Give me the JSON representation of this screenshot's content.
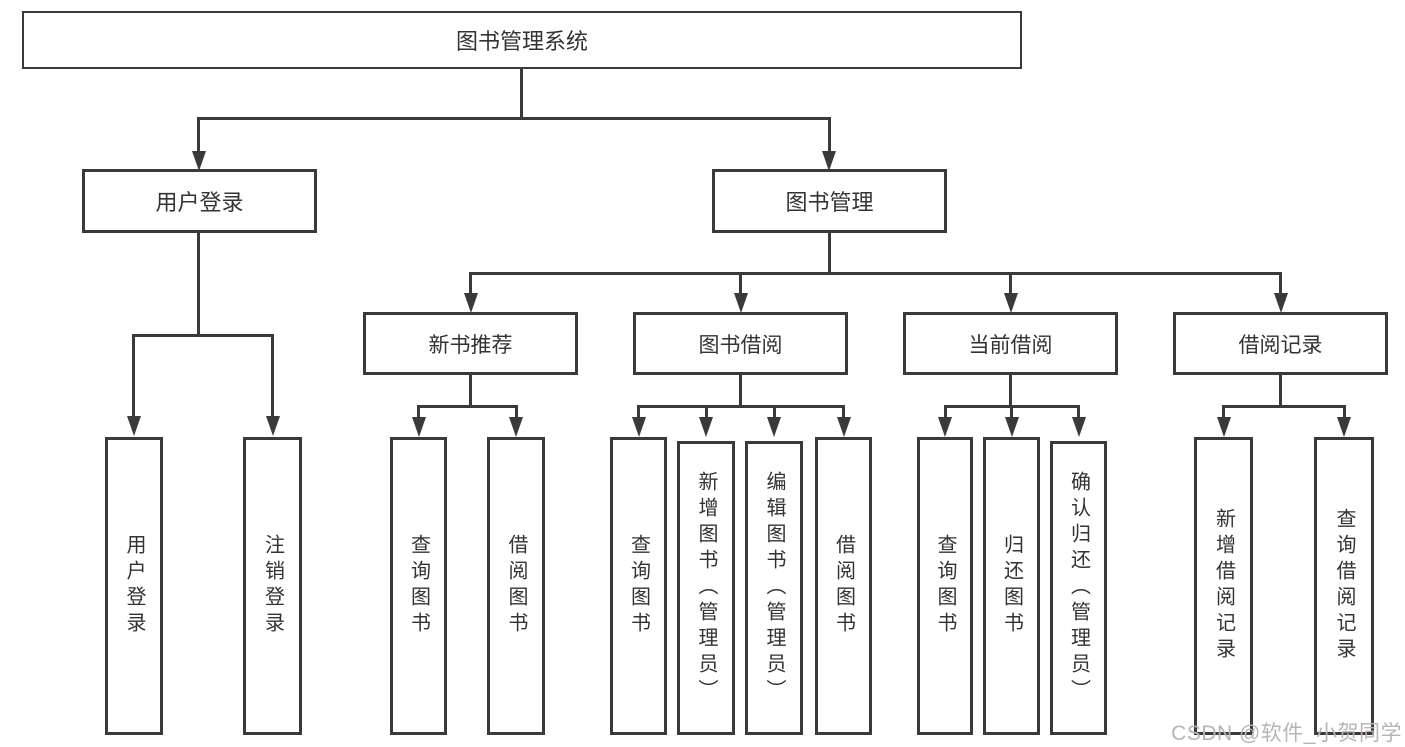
{
  "tree": {
    "root": {
      "label": "图书管理系统"
    },
    "branches": [
      {
        "label": "用户登录",
        "children": [
          {
            "label": "用户登录"
          },
          {
            "label": "注销登录"
          }
        ]
      },
      {
        "label": "图书管理",
        "groups": [
          {
            "label": "新书推荐",
            "children": [
              {
                "label": "查询图书"
              },
              {
                "label": "借阅图书"
              }
            ]
          },
          {
            "label": "图书借阅",
            "children": [
              {
                "label": "查询图书"
              },
              {
                "label": "新增图书（管理员）"
              },
              {
                "label": "编辑图书（管理员）"
              },
              {
                "label": "借阅图书"
              }
            ]
          },
          {
            "label": "当前借阅",
            "children": [
              {
                "label": "查询图书"
              },
              {
                "label": "归还图书"
              },
              {
                "label": "确认归还（管理员）"
              }
            ]
          },
          {
            "label": "借阅记录",
            "children": [
              {
                "label": "新增借阅记录"
              },
              {
                "label": "查询借阅记录"
              }
            ]
          }
        ]
      }
    ]
  },
  "watermark": {
    "text": "CSDN @软件_小贺同学"
  },
  "colors": {
    "line": "#3a3a3a",
    "text": "#333333",
    "watermark": "#b9b4b4",
    "background": "#ffffff"
  }
}
